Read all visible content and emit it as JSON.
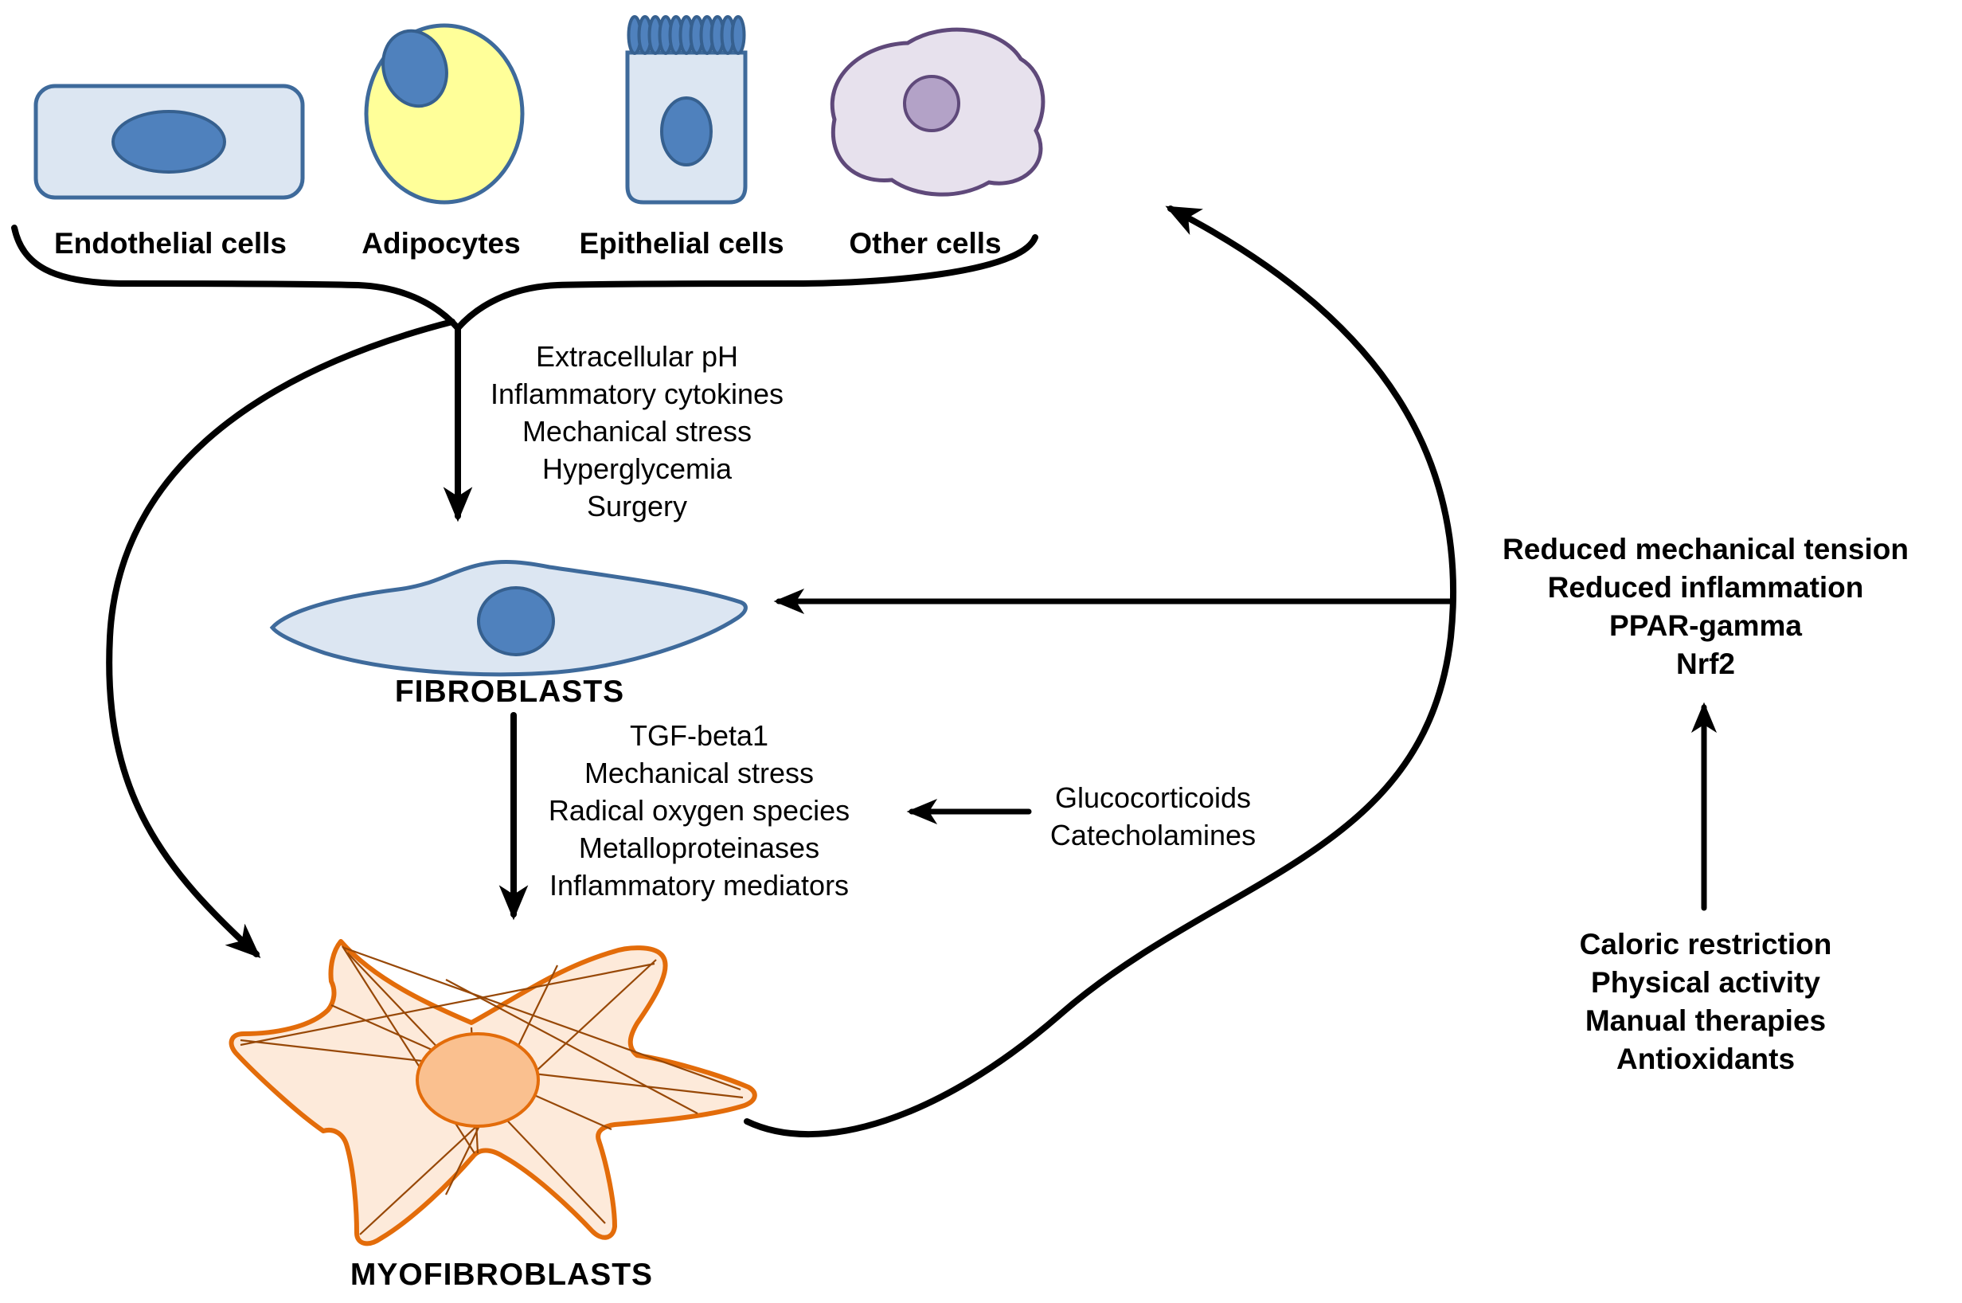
{
  "cells": {
    "endothelial": {
      "label": "Endothelial cells"
    },
    "adipocytes": {
      "label": "Adipocytes"
    },
    "epithelial": {
      "label": "Epithelial cells"
    },
    "other": {
      "label": "Other cells"
    }
  },
  "fibroblasts_label": "FIBROBLASTS",
  "myofibroblasts_label": "MYOFIBROBLASTS",
  "stimuli_to_fibroblasts": [
    "Extracellular pH",
    "Inflammatory cytokines",
    "Mechanical stress",
    "Hyperglycemia",
    "Surgery"
  ],
  "stimuli_to_myofibroblasts": [
    "TGF-beta1",
    "Mechanical stress",
    "Radical oxygen species",
    "Metalloproteinases",
    "Inflammatory mediators"
  ],
  "hormonal_modulators": [
    "Glucocorticoids",
    "Catecholamines"
  ],
  "reversal_factors": [
    "Reduced mechanical tension",
    "Reduced inflammation",
    "PPAR-gamma",
    "Nrf2"
  ],
  "interventions": [
    "Caloric restriction",
    "Physical activity",
    "Manual therapies",
    "Antioxidants"
  ],
  "colors": {
    "line_color": "#000000",
    "blue_outline": "#3e6a9b",
    "blue_fill": "#dce6f2",
    "nucleus_blue": "#4f81bd",
    "nucleus_blue_dark": "#36608f",
    "yellow_fill": "#ffff99",
    "purple_outline": "#5f497a",
    "purple_fill": "#e7e1ed",
    "purple_nucleus": "#b3a2c7",
    "orange_outline": "#e36c0a",
    "orange_fill": "#fdeada",
    "orange_nucleus": "#fac08f",
    "fiber_color": "#974807"
  }
}
